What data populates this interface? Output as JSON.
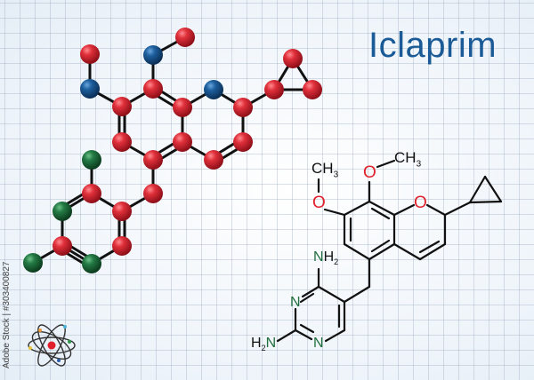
{
  "title": "Iclaprim",
  "watermark": "Adobe Stock | #303400827",
  "colors": {
    "title": "#1a5a96",
    "carbon_ball": "#d42a35",
    "nitrogen_ball_blue": "#1a5a96",
    "green_ball": "#1f6e3c",
    "bond": "#111111",
    "oxygen_label": "#e0202a",
    "nitrogen_label": "#1f6e3c"
  },
  "skeletal_labels": {
    "ch3_left": "CH",
    "ch3_left_sub": "3",
    "o_left": "O",
    "o_top": "O",
    "ch3_top": "CH",
    "ch3_top_sub": "3",
    "o_ring": "O",
    "nh2_top": "NH",
    "nh2_top_sub": "2",
    "n3": "N",
    "n1": "N",
    "h2n": "H",
    "h2n_sub": "2",
    "h2n_n": "N"
  },
  "icons": {
    "atom_logo": "atom-icon"
  }
}
